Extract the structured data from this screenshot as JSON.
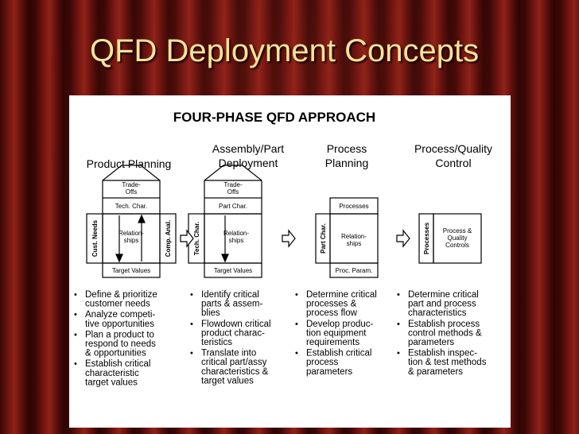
{
  "slide": {
    "title": "QFD Deployment Concepts"
  },
  "diagram": {
    "heading": "FOUR-PHASE  QFD  APPROACH",
    "phases": [
      {
        "title": [
          "Product Planning"
        ],
        "top_label": "Tech. Char.",
        "roof": [
          "Trade-",
          "Offs"
        ],
        "left_label": "Cust. Needs",
        "center": [
          "Relation-",
          "ships"
        ],
        "right_label": "Comp. Anal.",
        "bottom_label": "Target Values",
        "bullets": [
          [
            "Define & prioritize",
            "customer needs"
          ],
          [
            "Analyze competi-",
            "tive opportunities"
          ],
          [
            "Plan a product to",
            "respond to needs",
            "& opportunities"
          ],
          [
            "Establish critical",
            "characteristic",
            "target values"
          ]
        ]
      },
      {
        "title": [
          "Assembly/Part",
          "Deployment"
        ],
        "top_label": "Part Char.",
        "roof": [
          "Trade-",
          "Offs"
        ],
        "left_label": "Tech. Char.",
        "center": [
          "Relation-",
          "ships"
        ],
        "bottom_label": "Target Values",
        "bullets": [
          [
            "Identify critical",
            "parts & assem-",
            "blies"
          ],
          [
            "Flowdown critical",
            "product charac-",
            "teristics"
          ],
          [
            "Translate into",
            "critical part/assy",
            "characteristics &",
            "target values"
          ]
        ]
      },
      {
        "title": [
          "Process",
          "Planning"
        ],
        "top_label": "Processes",
        "left_label": "Part Char.",
        "center": [
          "Relation-",
          "ships"
        ],
        "bottom_label": "Proc. Param.",
        "bullets": [
          [
            "Determine critical",
            "processes &",
            "process flow"
          ],
          [
            "Develop produc-",
            "tion equipment",
            "requirements"
          ],
          [
            "Establish critical",
            "process",
            "parameters"
          ]
        ]
      },
      {
        "title": [
          "Process/Quality",
          "Control"
        ],
        "left_label": "Processes",
        "center": [
          "Process &",
          "Quality",
          "Controls"
        ],
        "bullets": [
          [
            "Determine critical",
            "part and process",
            "characteristics"
          ],
          [
            "Establish process",
            "control methods &",
            "parameters"
          ],
          [
            "Establish inspec-",
            "tion & test methods",
            "& parameters"
          ]
        ]
      }
    ]
  }
}
